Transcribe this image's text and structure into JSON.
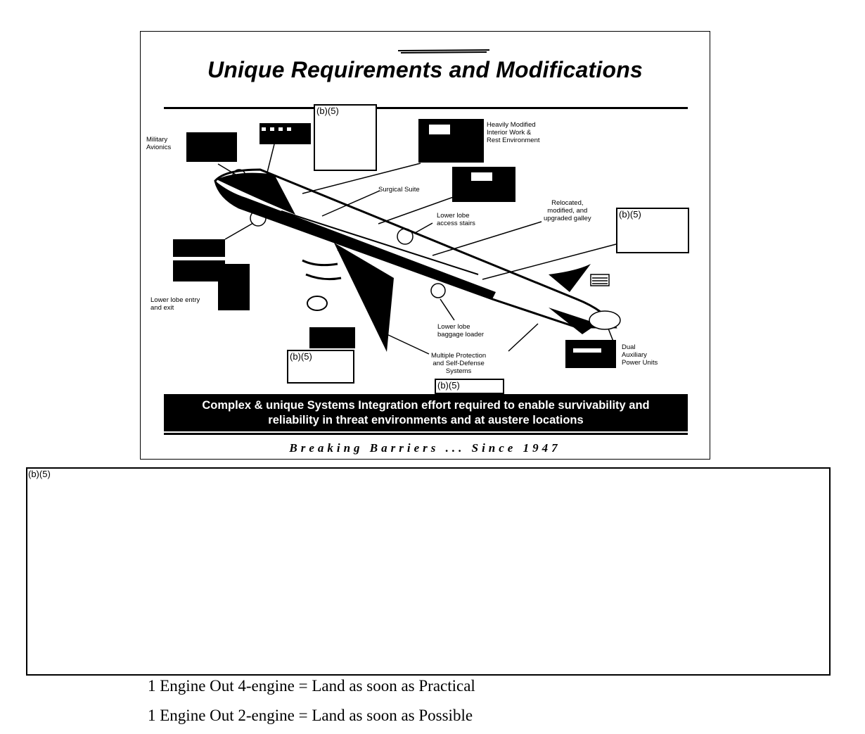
{
  "slide": {
    "title": "Unique Requirements and Modifications",
    "banner_line1": "Complex & unique Systems Integration effort required to enable survivability and",
    "banner_line2": "reliability in threat environments and at austere locations",
    "tagline": "Breaking Barriers ... Since 1947",
    "labels": {
      "military_avionics": [
        "Military",
        "Avionics"
      ],
      "interior": [
        "Heavily Modified",
        "Interior Work &",
        "Rest Environment"
      ],
      "surgical": "Surgical Suite",
      "lower_lobe_stairs": [
        "Lower lobe",
        "access stairs"
      ],
      "galley": [
        "Relocated,",
        "modified, and",
        "upgraded galley"
      ],
      "entry_exit": [
        "Lower lobe entry",
        "and exit"
      ],
      "baggage": [
        "Lower lobe",
        "baggage loader"
      ],
      "protection": [
        "Multiple Protection",
        "and Self-Defense",
        "Systems"
      ],
      "apu": [
        "Dual",
        "Auxiliary",
        "Power Units"
      ]
    },
    "redaction_code": "(b)(5)"
  },
  "redaction_block": {
    "code": "(b)(5)"
  },
  "body_lines": [
    "1 Engine Out 4-engine = Land as soon as Practical",
    "1 Engine Out 2-engine = Land as soon as Possible"
  ]
}
